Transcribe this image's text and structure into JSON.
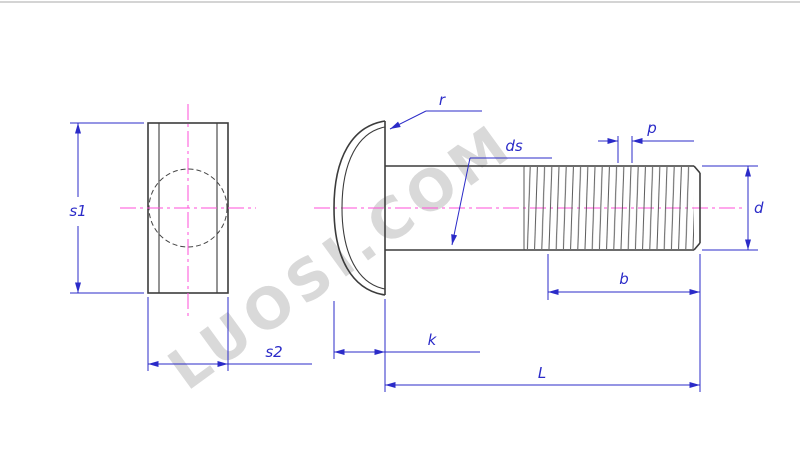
{
  "drawing": {
    "watermark": "LUOSI.COM",
    "labels": {
      "s1": "s1",
      "s2": "s2",
      "r": "r",
      "ds": "ds",
      "p": "p",
      "d": "d",
      "b": "b",
      "k": "k",
      "L": "L"
    },
    "colors": {
      "dimension": "#2b2bc8",
      "centerline": "#ff4fd8",
      "outline": "#3c3c3c",
      "thread": "#5a5a5a",
      "watermark": "#d9d9d9"
    }
  }
}
